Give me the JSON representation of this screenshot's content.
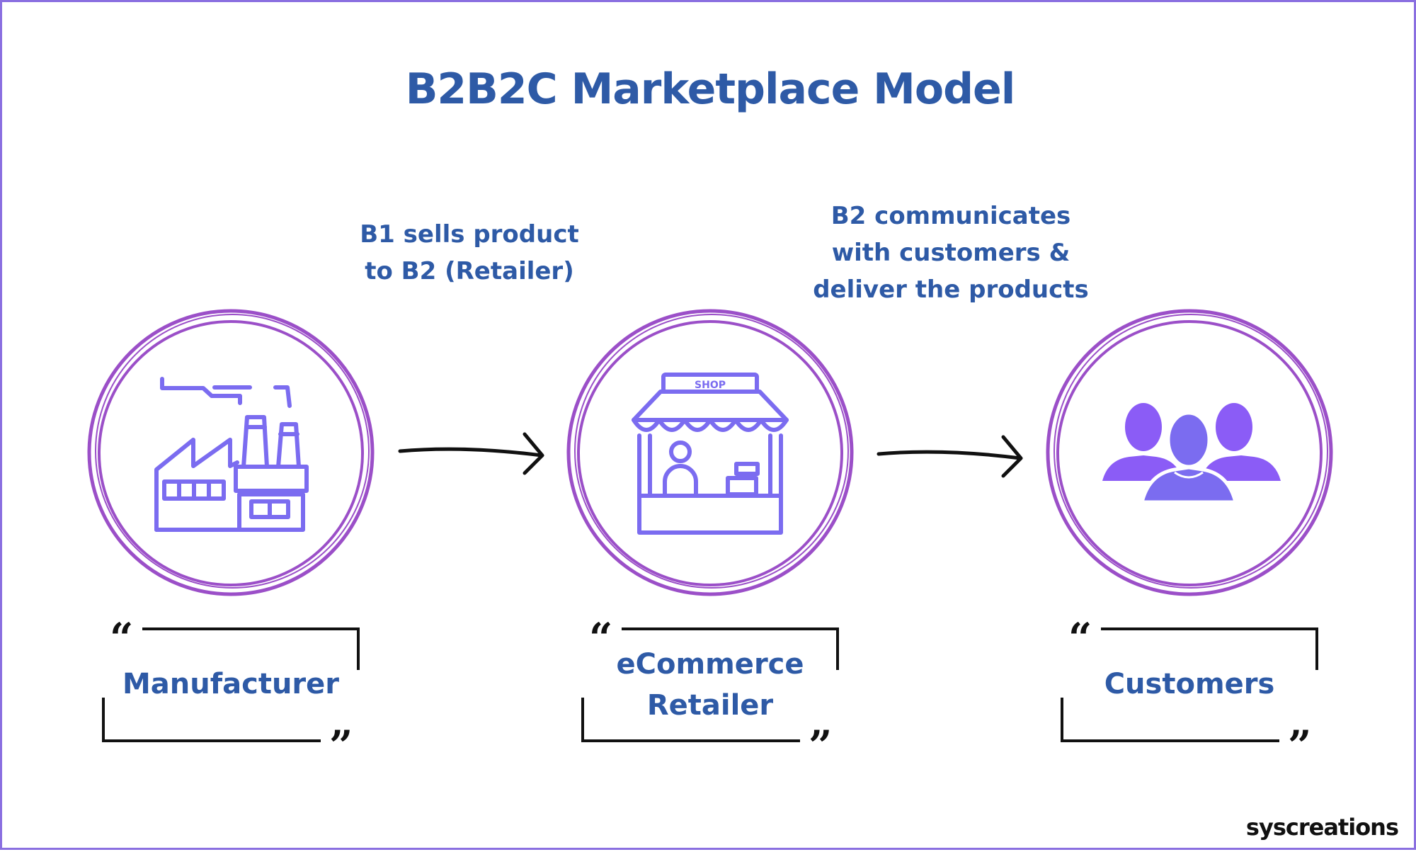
{
  "title": "B2B2C Marketplace Model",
  "steps": [
    {
      "label_lines": [
        "Manufacturer"
      ],
      "icon": "factory-icon"
    },
    {
      "label_lines": [
        "eCommerce",
        "Retailer"
      ],
      "icon": "shop-icon"
    },
    {
      "label_lines": [
        "Customers"
      ],
      "icon": "customers-icon"
    }
  ],
  "connectors": [
    {
      "caption_lines": [
        "B1 sells product",
        "to B2 (Retailer)"
      ]
    },
    {
      "caption_lines": [
        "B2 communicates",
        "with customers &",
        "deliver the products"
      ]
    }
  ],
  "brand": "syscreations",
  "colors": {
    "title": "#2e5aa6",
    "ring": "#9b4fc8",
    "icon": "#7b6cf0",
    "border": "#8a6fe0",
    "arrow": "#111111"
  }
}
